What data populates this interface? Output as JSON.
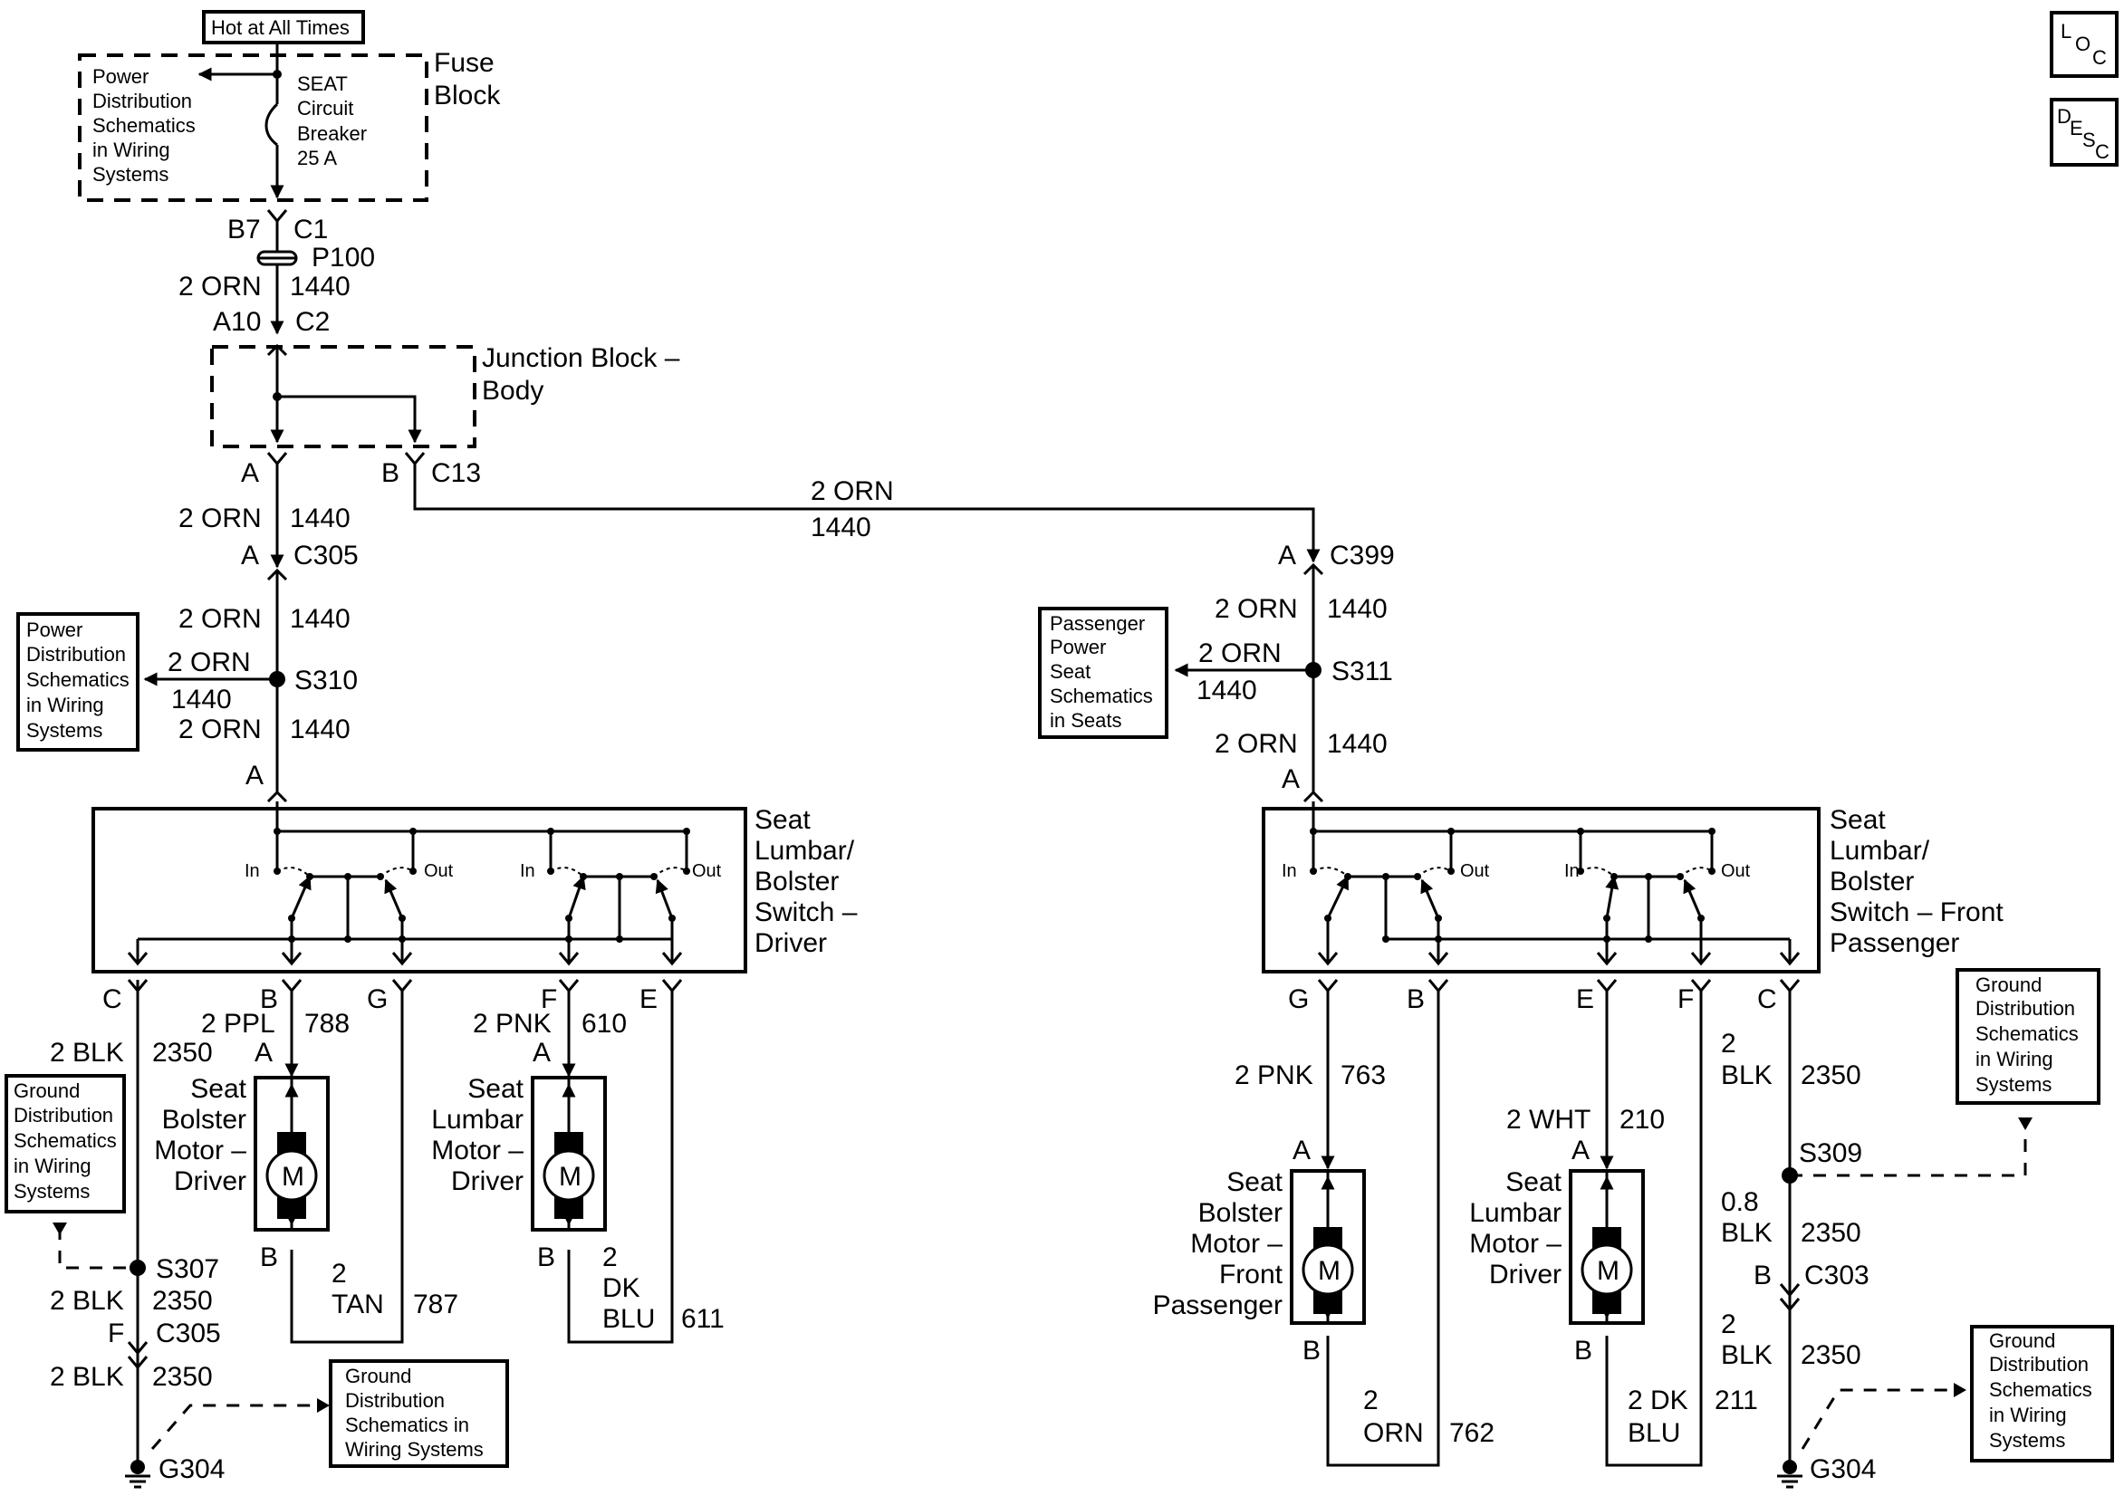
{
  "header": {
    "hot_at_all_times": "Hot at All Times"
  },
  "fuse_block": {
    "title_l1": "Fuse",
    "title_l2": "Block",
    "breaker_l1": "SEAT",
    "breaker_l2": "Circuit",
    "breaker_l3": "Breaker",
    "breaker_l4": "25 A",
    "ref_l1": "Power",
    "ref_l2": "Distribution",
    "ref_l3": "Schematics",
    "ref_l4": "in Wiring",
    "ref_l5": "Systems"
  },
  "connectors": {
    "b7": "B7",
    "c1": "C1",
    "p100": "P100",
    "a10": "A10",
    "c2": "C2",
    "a_c13": "A",
    "b_c13": "B",
    "c13": "C13",
    "a_c305": "A",
    "c305_top": "C305",
    "a_c399": "A",
    "c399": "C399",
    "a_drv_sw": "A",
    "a_pass_sw": "A"
  },
  "junction_block": {
    "title_l1": "Junction Block –",
    "title_l2": "Body"
  },
  "wires": {
    "w_2orn": "2 ORN",
    "w_1440": "1440"
  },
  "splices": {
    "s310": "S310",
    "s311": "S311",
    "s307": "S307",
    "s309": "S309"
  },
  "refs": {
    "pd_l1": "Power",
    "pd_l2": "Distribution",
    "pd_l3": "Schematics",
    "pd_l4": "in Wiring",
    "pd_l5": "Systems",
    "pass_l1": "Passenger",
    "pass_l2": "Power",
    "pass_l3": "Seat",
    "pass_l4": "Schematics",
    "pass_l5": "in Seats",
    "gd_l1": "Ground",
    "gd_l2": "Distribution",
    "gd_l3": "Schematics",
    "gd_l4": "in Wiring",
    "gd_l5": "Systems",
    "gdb_l1": "Ground",
    "gdb_l2": "Distribution",
    "gdb_l3": "Schematics in",
    "gdb_l4": "Wiring Systems"
  },
  "driver_switch": {
    "title_l1": "Seat",
    "title_l2": "Lumbar/",
    "title_l3": "Bolster",
    "title_l4": "Switch –",
    "title_l5": "Driver",
    "in": "In",
    "out": "Out",
    "pin_c": "C",
    "pin_b": "B",
    "pin_g": "G",
    "pin_f": "F",
    "pin_e": "E"
  },
  "passenger_switch": {
    "title_l1": "Seat",
    "title_l2": "Lumbar/",
    "title_l3": "Bolster",
    "title_l4": "Switch – Front",
    "title_l5": "Passenger",
    "in": "In",
    "out": "Out",
    "pin_g": "G",
    "pin_b": "B",
    "pin_e": "E",
    "pin_f": "F",
    "pin_c": "C"
  },
  "driver_circuits": {
    "w_2blk": "2 BLK",
    "w_2350": "2350",
    "w_2ppl": "2 PPL",
    "w_788": "788",
    "w_2pnk": "2 PNK",
    "w_610": "610",
    "pin_a": "A",
    "pin_b": "B",
    "w_2": "2",
    "w_tan": "TAN",
    "w_787": "787",
    "w_dk": "DK",
    "w_blu": "BLU",
    "w_611": "611",
    "pin_f": "F",
    "c305": "C305",
    "g304": "G304"
  },
  "driver_bolster_motor": {
    "l1": "Seat",
    "l2": "Bolster",
    "l3": "Motor –",
    "l4": "Driver",
    "m": "M"
  },
  "driver_lumbar_motor": {
    "l1": "Seat",
    "l2": "Lumbar",
    "l3": "Motor –",
    "l4": "Driver",
    "m": "M"
  },
  "passenger_circuits": {
    "w_2pnk": "2 PNK",
    "w_763": "763",
    "w_2wht": "2 WHT",
    "w_210": "210",
    "w_2": "2",
    "w_blk": "BLK",
    "w_2350": "2350",
    "w_08": "0.8",
    "pin_a": "A",
    "pin_b": "B",
    "c303": "C303",
    "w_orn": "ORN",
    "w_762": "762",
    "w_2dk": "2 DK",
    "w_blu": "BLU",
    "w_211": "211",
    "g304": "G304"
  },
  "pass_bolster_motor": {
    "l1": "Seat",
    "l2": "Bolster",
    "l3": "Motor –",
    "l4": "Front",
    "l5": "Passenger",
    "m": "M"
  },
  "pass_lumbar_motor": {
    "l1": "Seat",
    "l2": "Lumbar",
    "l3": "Motor –",
    "l4": "Driver",
    "m": "M"
  },
  "icons": {
    "loc_l": "L",
    "loc_o": "O",
    "loc_c": "C",
    "desc_d": "D",
    "desc_e": "E",
    "desc_s": "S",
    "desc_c": "C"
  }
}
